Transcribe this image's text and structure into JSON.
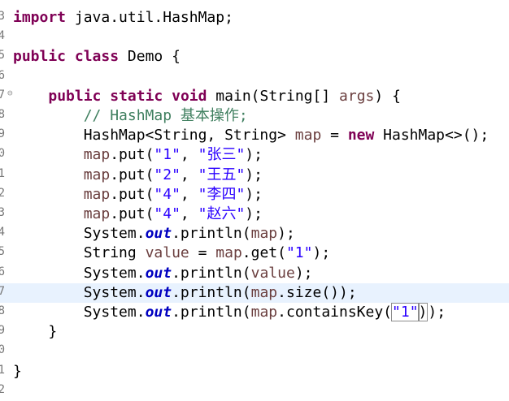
{
  "editor": {
    "current_line_index": 14,
    "lines": [
      {
        "num": "3",
        "fold": "",
        "tokens": [
          {
            "t": "kw",
            "v": "import"
          },
          {
            "t": "plain",
            "v": " java.util.HashMap;"
          }
        ]
      },
      {
        "num": "4",
        "fold": "",
        "tokens": []
      },
      {
        "num": "5",
        "fold": "",
        "tokens": [
          {
            "t": "kw",
            "v": "public"
          },
          {
            "t": "plain",
            "v": " "
          },
          {
            "t": "kw",
            "v": "class"
          },
          {
            "t": "plain",
            "v": " Demo {"
          }
        ]
      },
      {
        "num": "6",
        "fold": "",
        "tokens": []
      },
      {
        "num": "7",
        "fold": "⊖",
        "tokens": [
          {
            "t": "plain",
            "v": "    "
          },
          {
            "t": "kw",
            "v": "public"
          },
          {
            "t": "plain",
            "v": " "
          },
          {
            "t": "kw",
            "v": "static"
          },
          {
            "t": "plain",
            "v": " "
          },
          {
            "t": "kw",
            "v": "void"
          },
          {
            "t": "plain",
            "v": " main(String[] "
          },
          {
            "t": "var",
            "v": "args"
          },
          {
            "t": "plain",
            "v": ") {"
          }
        ]
      },
      {
        "num": "8",
        "fold": "",
        "tokens": [
          {
            "t": "plain",
            "v": "        "
          },
          {
            "t": "cmt",
            "v": "// HashMap 基本操作;"
          }
        ]
      },
      {
        "num": "9",
        "fold": "",
        "tokens": [
          {
            "t": "plain",
            "v": "        HashMap<String, String> "
          },
          {
            "t": "var",
            "v": "map"
          },
          {
            "t": "plain",
            "v": " = "
          },
          {
            "t": "kw",
            "v": "new"
          },
          {
            "t": "plain",
            "v": " HashMap<>();"
          }
        ]
      },
      {
        "num": "0",
        "fold": "",
        "tokens": [
          {
            "t": "plain",
            "v": "        "
          },
          {
            "t": "var",
            "v": "map"
          },
          {
            "t": "plain",
            "v": ".put("
          },
          {
            "t": "str",
            "v": "\"1\""
          },
          {
            "t": "plain",
            "v": ", "
          },
          {
            "t": "str",
            "v": "\"张三\""
          },
          {
            "t": "plain",
            "v": ");"
          }
        ]
      },
      {
        "num": "1",
        "fold": "",
        "tokens": [
          {
            "t": "plain",
            "v": "        "
          },
          {
            "t": "var",
            "v": "map"
          },
          {
            "t": "plain",
            "v": ".put("
          },
          {
            "t": "str",
            "v": "\"2\""
          },
          {
            "t": "plain",
            "v": ", "
          },
          {
            "t": "str",
            "v": "\"王五\""
          },
          {
            "t": "plain",
            "v": ");"
          }
        ]
      },
      {
        "num": "2",
        "fold": "",
        "tokens": [
          {
            "t": "plain",
            "v": "        "
          },
          {
            "t": "var",
            "v": "map"
          },
          {
            "t": "plain",
            "v": ".put("
          },
          {
            "t": "str",
            "v": "\"4\""
          },
          {
            "t": "plain",
            "v": ", "
          },
          {
            "t": "str",
            "v": "\"李四\""
          },
          {
            "t": "plain",
            "v": ");"
          }
        ]
      },
      {
        "num": "3",
        "fold": "",
        "tokens": [
          {
            "t": "plain",
            "v": "        "
          },
          {
            "t": "var",
            "v": "map"
          },
          {
            "t": "plain",
            "v": ".put("
          },
          {
            "t": "str",
            "v": "\"4\""
          },
          {
            "t": "plain",
            "v": ", "
          },
          {
            "t": "str",
            "v": "\"赵六\""
          },
          {
            "t": "plain",
            "v": ");"
          }
        ]
      },
      {
        "num": "4",
        "fold": "",
        "tokens": [
          {
            "t": "plain",
            "v": "        System."
          },
          {
            "t": "fld",
            "v": "out"
          },
          {
            "t": "plain",
            "v": ".println("
          },
          {
            "t": "var",
            "v": "map"
          },
          {
            "t": "plain",
            "v": ");"
          }
        ]
      },
      {
        "num": "5",
        "fold": "",
        "tokens": [
          {
            "t": "plain",
            "v": "        String "
          },
          {
            "t": "var",
            "v": "value"
          },
          {
            "t": "plain",
            "v": " = "
          },
          {
            "t": "var",
            "v": "map"
          },
          {
            "t": "plain",
            "v": ".get("
          },
          {
            "t": "str",
            "v": "\"1\""
          },
          {
            "t": "plain",
            "v": ");"
          }
        ]
      },
      {
        "num": "6",
        "fold": "",
        "tokens": [
          {
            "t": "plain",
            "v": "        System."
          },
          {
            "t": "fld",
            "v": "out"
          },
          {
            "t": "plain",
            "v": ".println("
          },
          {
            "t": "var",
            "v": "value"
          },
          {
            "t": "plain",
            "v": ");"
          }
        ]
      },
      {
        "num": "7",
        "fold": "",
        "tokens": [
          {
            "t": "plain",
            "v": "        System."
          },
          {
            "t": "fld",
            "v": "out"
          },
          {
            "t": "plain",
            "v": ".println("
          },
          {
            "t": "var",
            "v": "map"
          },
          {
            "t": "plain",
            "v": ".size());"
          }
        ]
      },
      {
        "num": "8",
        "fold": "",
        "tokens": [
          {
            "t": "plain",
            "v": "        System."
          },
          {
            "t": "fld",
            "v": "out"
          },
          {
            "t": "plain",
            "v": ".println("
          },
          {
            "t": "var",
            "v": "map"
          },
          {
            "t": "plain",
            "v": ".containsKey("
          },
          {
            "t": "str",
            "v": "\"1\"",
            "match": true
          },
          {
            "t": "plain",
            "v": ")",
            "match": true
          },
          {
            "t": "caret",
            "v": ""
          },
          {
            "t": "plain",
            "v": ");"
          }
        ]
      },
      {
        "num": "9",
        "fold": "",
        "tokens": [
          {
            "t": "plain",
            "v": "    }"
          }
        ]
      },
      {
        "num": "0",
        "fold": "",
        "tokens": []
      },
      {
        "num": "1",
        "fold": "",
        "tokens": [
          {
            "t": "plain",
            "v": "}"
          }
        ]
      },
      {
        "num": "2",
        "fold": "",
        "tokens": []
      }
    ]
  }
}
